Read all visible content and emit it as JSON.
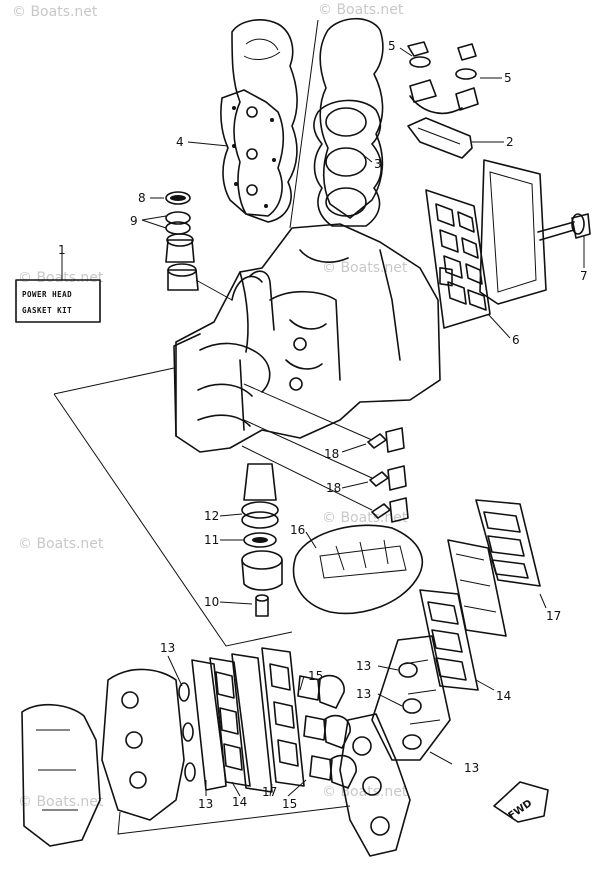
{
  "watermark": "© Boats.net",
  "kit_box": {
    "line1": "POWER HEAD",
    "line2": "GASKET KIT"
  },
  "fwd_label": "FWD",
  "callouts": {
    "c1": "1",
    "c2": "2",
    "c3": "3",
    "c4": "4",
    "c5a": "5",
    "c5b": "5",
    "c6": "6",
    "c7": "7",
    "c8": "8",
    "c9": "9",
    "c10": "10",
    "c11": "11",
    "c12": "12",
    "c13a": "13",
    "c13b": "13",
    "c13c": "13",
    "c13d": "13",
    "c13e": "13",
    "c14a": "14",
    "c14b": "14",
    "c15a": "15",
    "c15b": "15",
    "c16": "16",
    "c17a": "17",
    "c17b": "17",
    "c18a": "18",
    "c18b": "18"
  }
}
